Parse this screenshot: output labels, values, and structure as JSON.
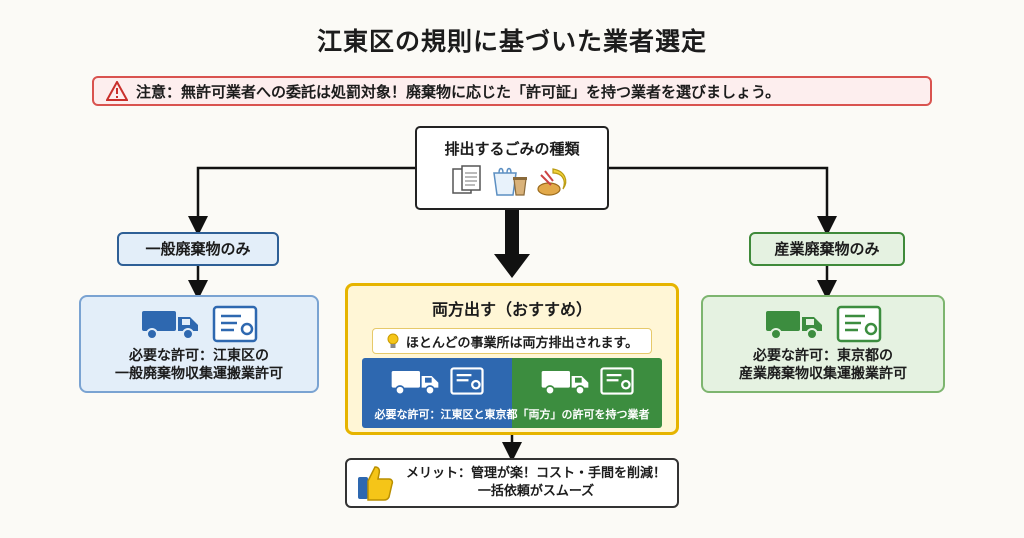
{
  "title": "江東区の規則に基づいた業者選定",
  "warning": {
    "icon": "warning-triangle-icon",
    "text": "注意：無許可業者への委託は処罰対象！廃棄物に応じた「許可証」を持つ業者を選びましょう。",
    "color": "#d9534f"
  },
  "source": {
    "label": "排出するごみの種類",
    "icons": [
      "documents-icon",
      "plastic-bag-cup-icon",
      "food-waste-icon"
    ]
  },
  "left": {
    "tag": "一般廃棄物のみ",
    "permit_line1": "必要な許可：江東区の",
    "permit_line2": "一般廃棄物収集運搬業許可",
    "color": "#2e5f96"
  },
  "center": {
    "heading": "両方出す（おすすめ）",
    "tip": "ほとんどの事業所は両方排出されます。",
    "permit": "必要な許可：江東区と東京都「両方」の許可を持つ業者",
    "color": "#e6b400"
  },
  "right": {
    "tag": "産業廃棄物のみ",
    "permit_line1": "必要な許可：東京都の",
    "permit_line2": "産業廃棄物収集運搬業許可",
    "color": "#3f8a3a"
  },
  "merit": {
    "icon": "thumbs-up-icon",
    "line1": "メリット：管理が楽！コスト・手間を削減！",
    "line2": "一括依頼がスムーズ"
  }
}
